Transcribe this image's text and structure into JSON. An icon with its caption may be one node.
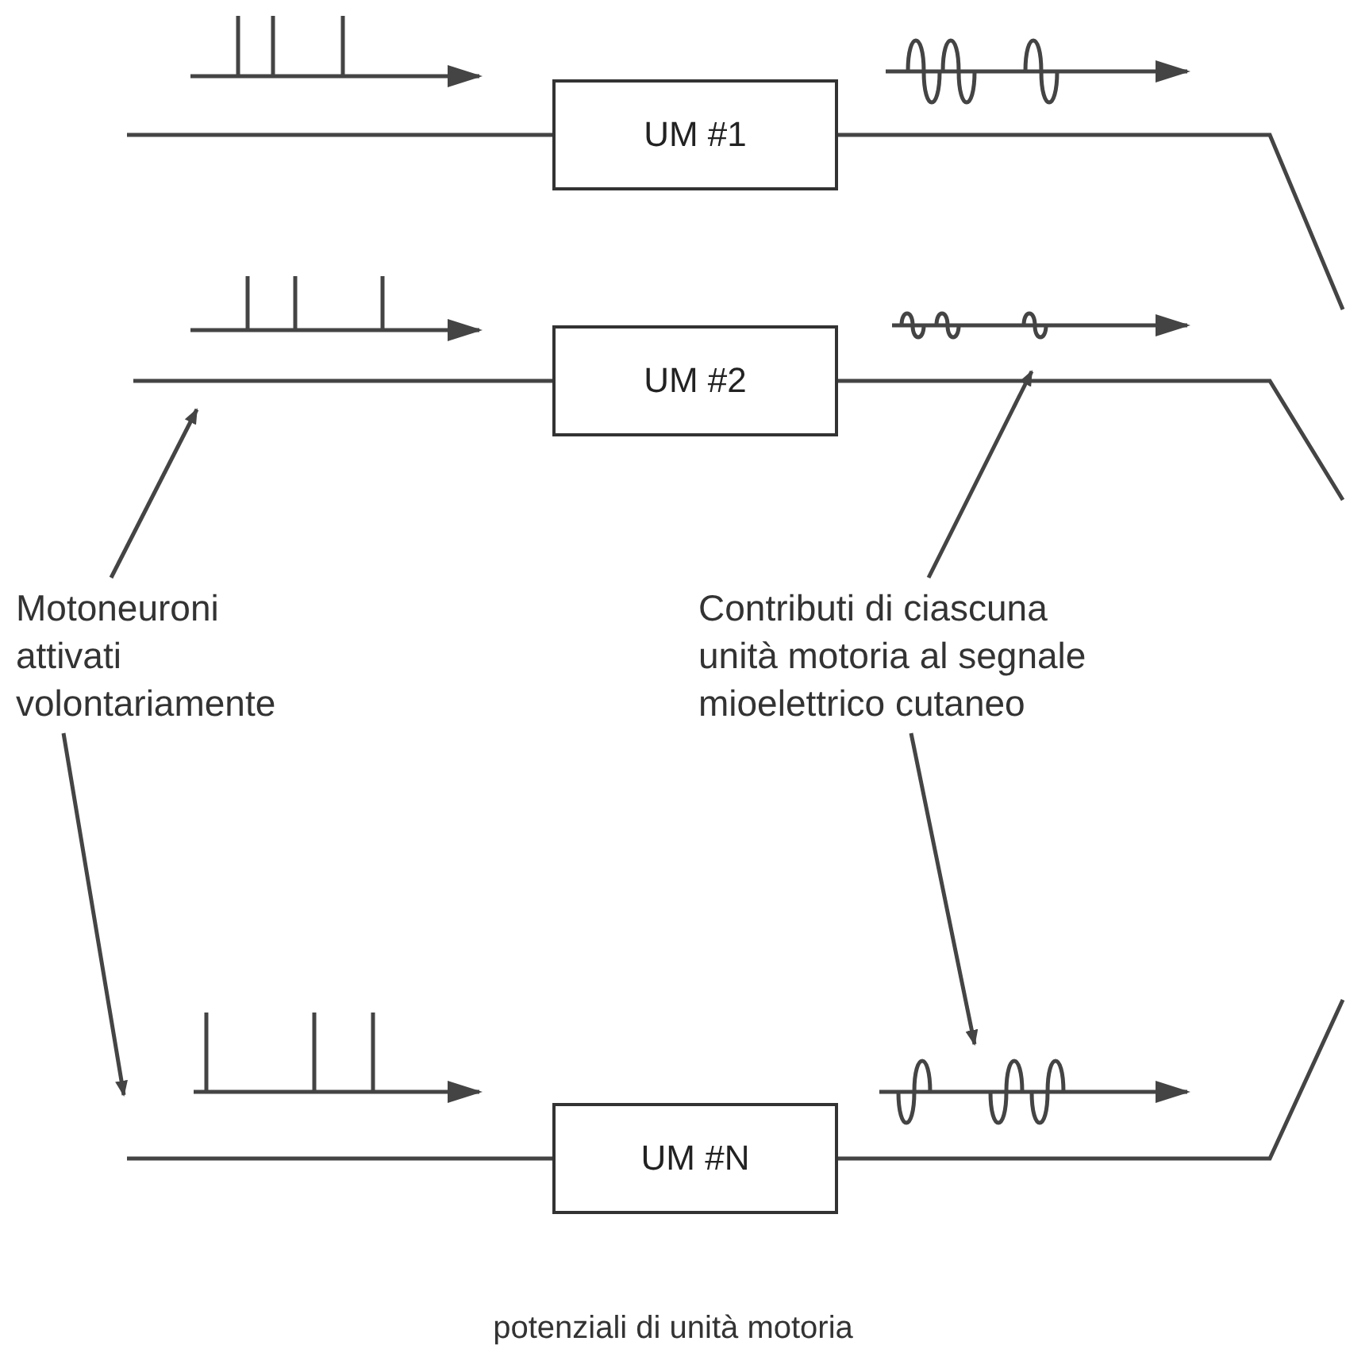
{
  "diagram": {
    "caption": "potenziali di unità motoria",
    "nodes": [
      {
        "text": [
          "UM #1"
        ]
      },
      {
        "text": [
          "UM #2"
        ]
      },
      {
        "text": [
          "UM #N"
        ]
      },
      {
        "text": [
          "Motoneuroni attivati volontariamente"
        ]
      },
      {
        "text": [
          "Contributi di ciascuna unità motoria al segnale mioelettrico cutaneo"
        ]
      },
      {
        "text": [],
        "shape": "picture"
      }
    ],
    "edges": [
      {
        "from": null,
        "to": 0,
        "arrow": "none"
      },
      {
        "from": null,
        "to": 1,
        "arrow": "none"
      },
      {
        "from": null,
        "to": 2,
        "arrow": "none"
      },
      {
        "from": 0,
        "to": null,
        "arrow": "none"
      },
      {
        "from": 1,
        "to": null,
        "arrow": "none"
      },
      {
        "from": 2,
        "to": null,
        "arrow": "none"
      },
      {
        "from": 3,
        "to": null,
        "arrow": "to"
      },
      {
        "from": 3,
        "to": null,
        "arrow": "to"
      },
      {
        "from": 4,
        "to": null,
        "arrow": "to"
      },
      {
        "from": 4,
        "to": 5,
        "arrow": "to"
      }
    ]
  }
}
